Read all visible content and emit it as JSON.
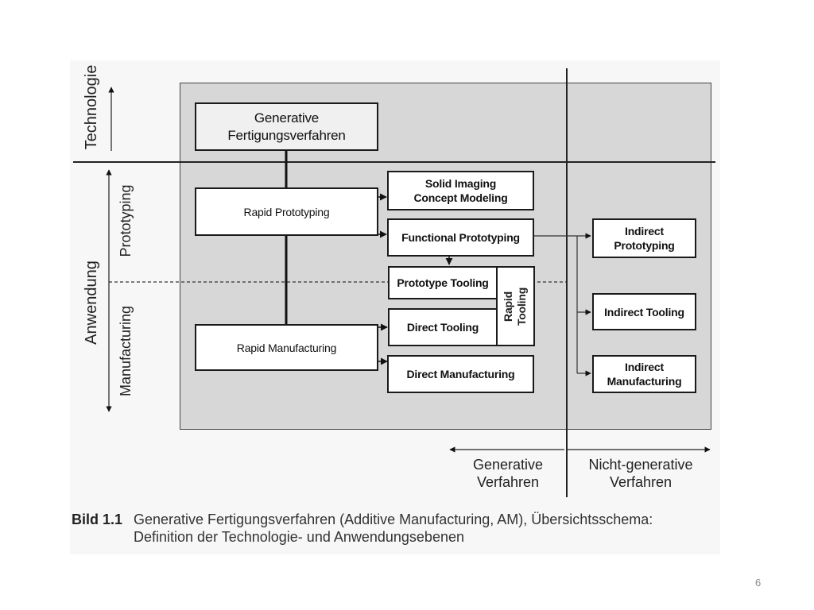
{
  "axes": {
    "technologie": "Technologie",
    "anwendung": "Anwendung",
    "prototyping": "Prototyping",
    "manufacturing": "Manufacturing",
    "generative": "Generative\nVerfahren",
    "nicht_generative": "Nicht-generative\nVerfahren"
  },
  "boxes": {
    "generative_fertigung": "Generative\nFertigungsverfahren",
    "rapid_prototyping": "Rapid Prototyping",
    "rapid_manufacturing": "Rapid Manufacturing",
    "solid_imaging": "Solid Imaging\nConcept Modeling",
    "functional_prototyping": "Functional Prototyping",
    "prototype_tooling": "Prototype Tooling",
    "rapid_tooling": "Rapid\nTooling",
    "direct_tooling": "Direct Tooling",
    "direct_manufacturing": "Direct Manufacturing",
    "indirect_prototyping": "Indirect\nPrototyping",
    "indirect_tooling": "Indirect Tooling",
    "indirect_manufacturing": "Indirect\nManufacturing"
  },
  "caption": {
    "number": "Bild 1.1",
    "line1": "Generative Fertigungsverfahren (Additive Manufacturing, AM), Übersichtsschema:",
    "line2": "Definition der Technologie- und Anwendungsebenen"
  },
  "page_number": "6"
}
